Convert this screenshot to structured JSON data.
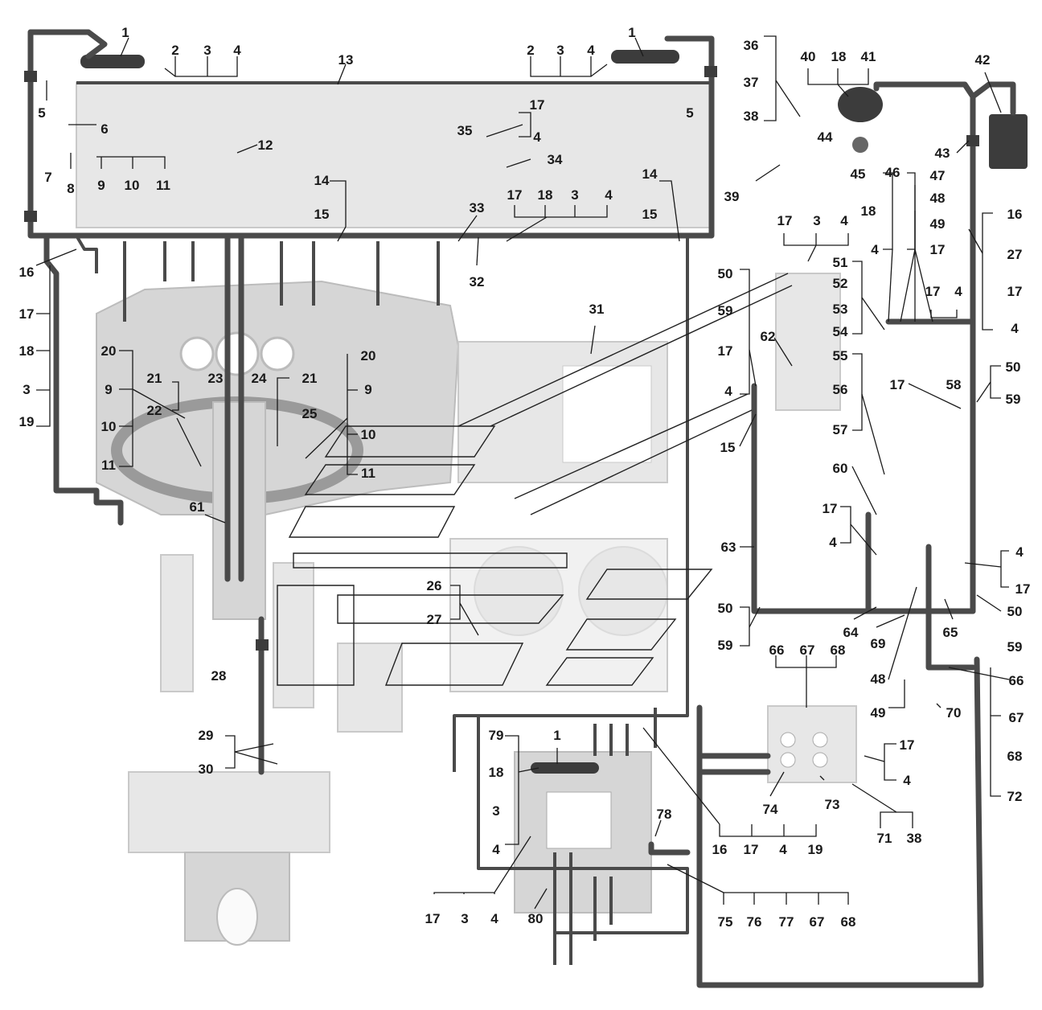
{
  "labels": {
    "l1a": "1",
    "l2a": "2",
    "l3a": "3",
    "l4a": "4",
    "l1b": "1",
    "l2b": "2",
    "l3b": "3",
    "l4b": "4",
    "l13": "13",
    "l5a": "5",
    "l5b": "5",
    "l6": "6",
    "l7": "7",
    "l8": "8",
    "l9a": "9",
    "l10a": "10",
    "l11a": "11",
    "l12": "12",
    "l14a": "14",
    "l15a": "15",
    "l14b": "14",
    "l15b": "15",
    "l17a": "17",
    "l4c": "4",
    "l35": "35",
    "l34": "34",
    "l17b": "17",
    "l18a": "18",
    "l3c": "3",
    "l4d": "4",
    "l33": "33",
    "l32": "32",
    "l16a": "16",
    "l17c": "17",
    "l18b": "18",
    "l3d": "3",
    "l19a": "19",
    "l20a": "20",
    "l9b": "9",
    "l10b": "10",
    "l11b": "11",
    "l21a": "21",
    "l22": "22",
    "l23": "23",
    "l24": "24",
    "l21b": "21",
    "l25": "25",
    "l20b": "20",
    "l9c": "9",
    "l10c": "10",
    "l11c": "11",
    "l31": "31",
    "l61": "61",
    "l26": "26",
    "l27a": "27",
    "l28": "28",
    "l29": "29",
    "l30": "30",
    "l36": "36",
    "l37": "37",
    "l38a": "38",
    "l39": "39",
    "l40": "40",
    "l18c": "18",
    "l41": "41",
    "l42": "42",
    "l44": "44",
    "l45": "45",
    "l43": "43",
    "l46": "46",
    "l47": "47",
    "l48a": "48",
    "l49a": "49",
    "l18d": "18",
    "l4e": "4",
    "l17d": "17",
    "l16b": "16",
    "l27b": "27",
    "l17e": "17",
    "l4f": "4",
    "l17f": "17",
    "l3e": "3",
    "l4g": "4",
    "l17g": "17",
    "l4h": "4",
    "l50a": "50",
    "l59a": "59",
    "l17h": "17",
    "l4i": "4",
    "l62": "62",
    "l15c": "15",
    "l51": "51",
    "l52": "52",
    "l53": "53",
    "l54": "54",
    "l55": "55",
    "l56": "56",
    "l57": "57",
    "l60": "60",
    "l17i": "17",
    "l4j": "4",
    "l17j": "17",
    "l58": "58",
    "l50b": "50",
    "l59b": "59",
    "l63": "63",
    "l4k": "4",
    "l17k": "17",
    "l50c": "50",
    "l59c": "59",
    "l50d": "50",
    "l59d": "59",
    "l64": "64",
    "l69": "69",
    "l65": "65",
    "l48b": "48",
    "l49b": "49",
    "l66a": "66",
    "l67a": "67",
    "l68a": "68",
    "l66b": "66",
    "l67b": "67",
    "l68b": "68",
    "l72": "72",
    "l70": "70",
    "l17l": "17",
    "l4l": "4",
    "l74": "74",
    "l73": "73",
    "l71": "71",
    "l38b": "38",
    "l79": "79",
    "l1c": "1",
    "l18e": "18",
    "l3f": "3",
    "l4m": "4",
    "l78": "78",
    "l16c": "16",
    "l17m": "17",
    "l4n": "4",
    "l19b": "19",
    "l17n": "17",
    "l3g": "3",
    "l4o": "4",
    "l80": "80",
    "l75": "75",
    "l76": "76",
    "l77": "77",
    "l67c": "67",
    "l68c": "68"
  }
}
